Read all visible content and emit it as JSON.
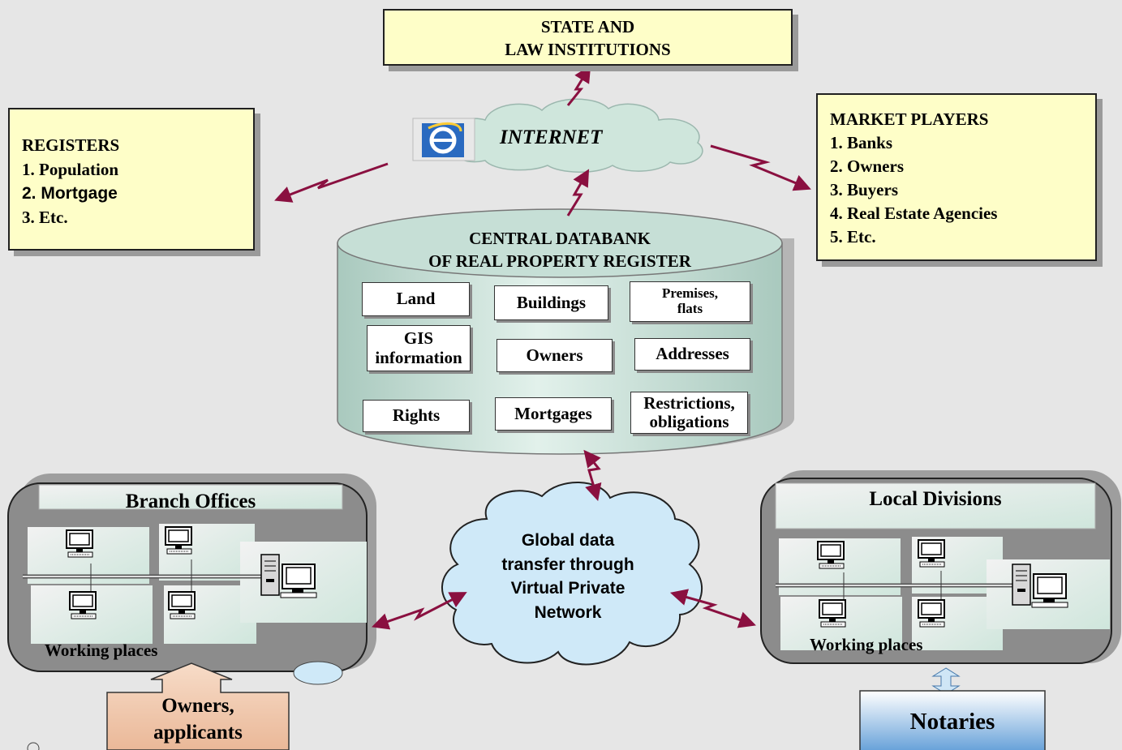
{
  "state": {
    "line1": "STATE AND",
    "line2": "LAW INSTITUTIONS"
  },
  "registers": {
    "title": "REGISTERS",
    "items": [
      "1. Population",
      "2. Mortgage",
      "3. Etc."
    ]
  },
  "internet": {
    "label": "INTERNET"
  },
  "market": {
    "title": "MARKET PLAYERS",
    "items": [
      "1. Banks",
      "2. Owners",
      "3. Buyers",
      "4. Real Estate Agencies",
      "5. Etc."
    ]
  },
  "databank": {
    "title_line1": "CENTRAL DATABANK",
    "title_line2": "OF REAL PROPERTY REGISTER",
    "land": "Land",
    "buildings": "Buildings",
    "premises_l1": "Premises,",
    "premises_l2": "flats",
    "gis_l1": "GIS",
    "gis_l2": "information",
    "owners": "Owners",
    "addresses": "Addresses",
    "rights": "Rights",
    "mortgages": "Mortgages",
    "restrictions_l1": "Restrictions,",
    "restrictions_l2": "obligations"
  },
  "branch": {
    "title": "Branch Offices",
    "working": "Working places"
  },
  "local": {
    "title": "Local Divisions",
    "working": "Working places"
  },
  "vpn": {
    "line1": "Global data",
    "line2": "transfer through",
    "line3": "Virtual Private",
    "line4": "Network"
  },
  "owners_box": {
    "line1": "Owners,",
    "line2": "applicants"
  },
  "notaries": {
    "label": "Notaries"
  },
  "colors": {
    "arrow": "#8a1040",
    "yellow_box": "#fefec8",
    "cloud": "#cfe9f8",
    "cylinder": "#c9e2da"
  }
}
